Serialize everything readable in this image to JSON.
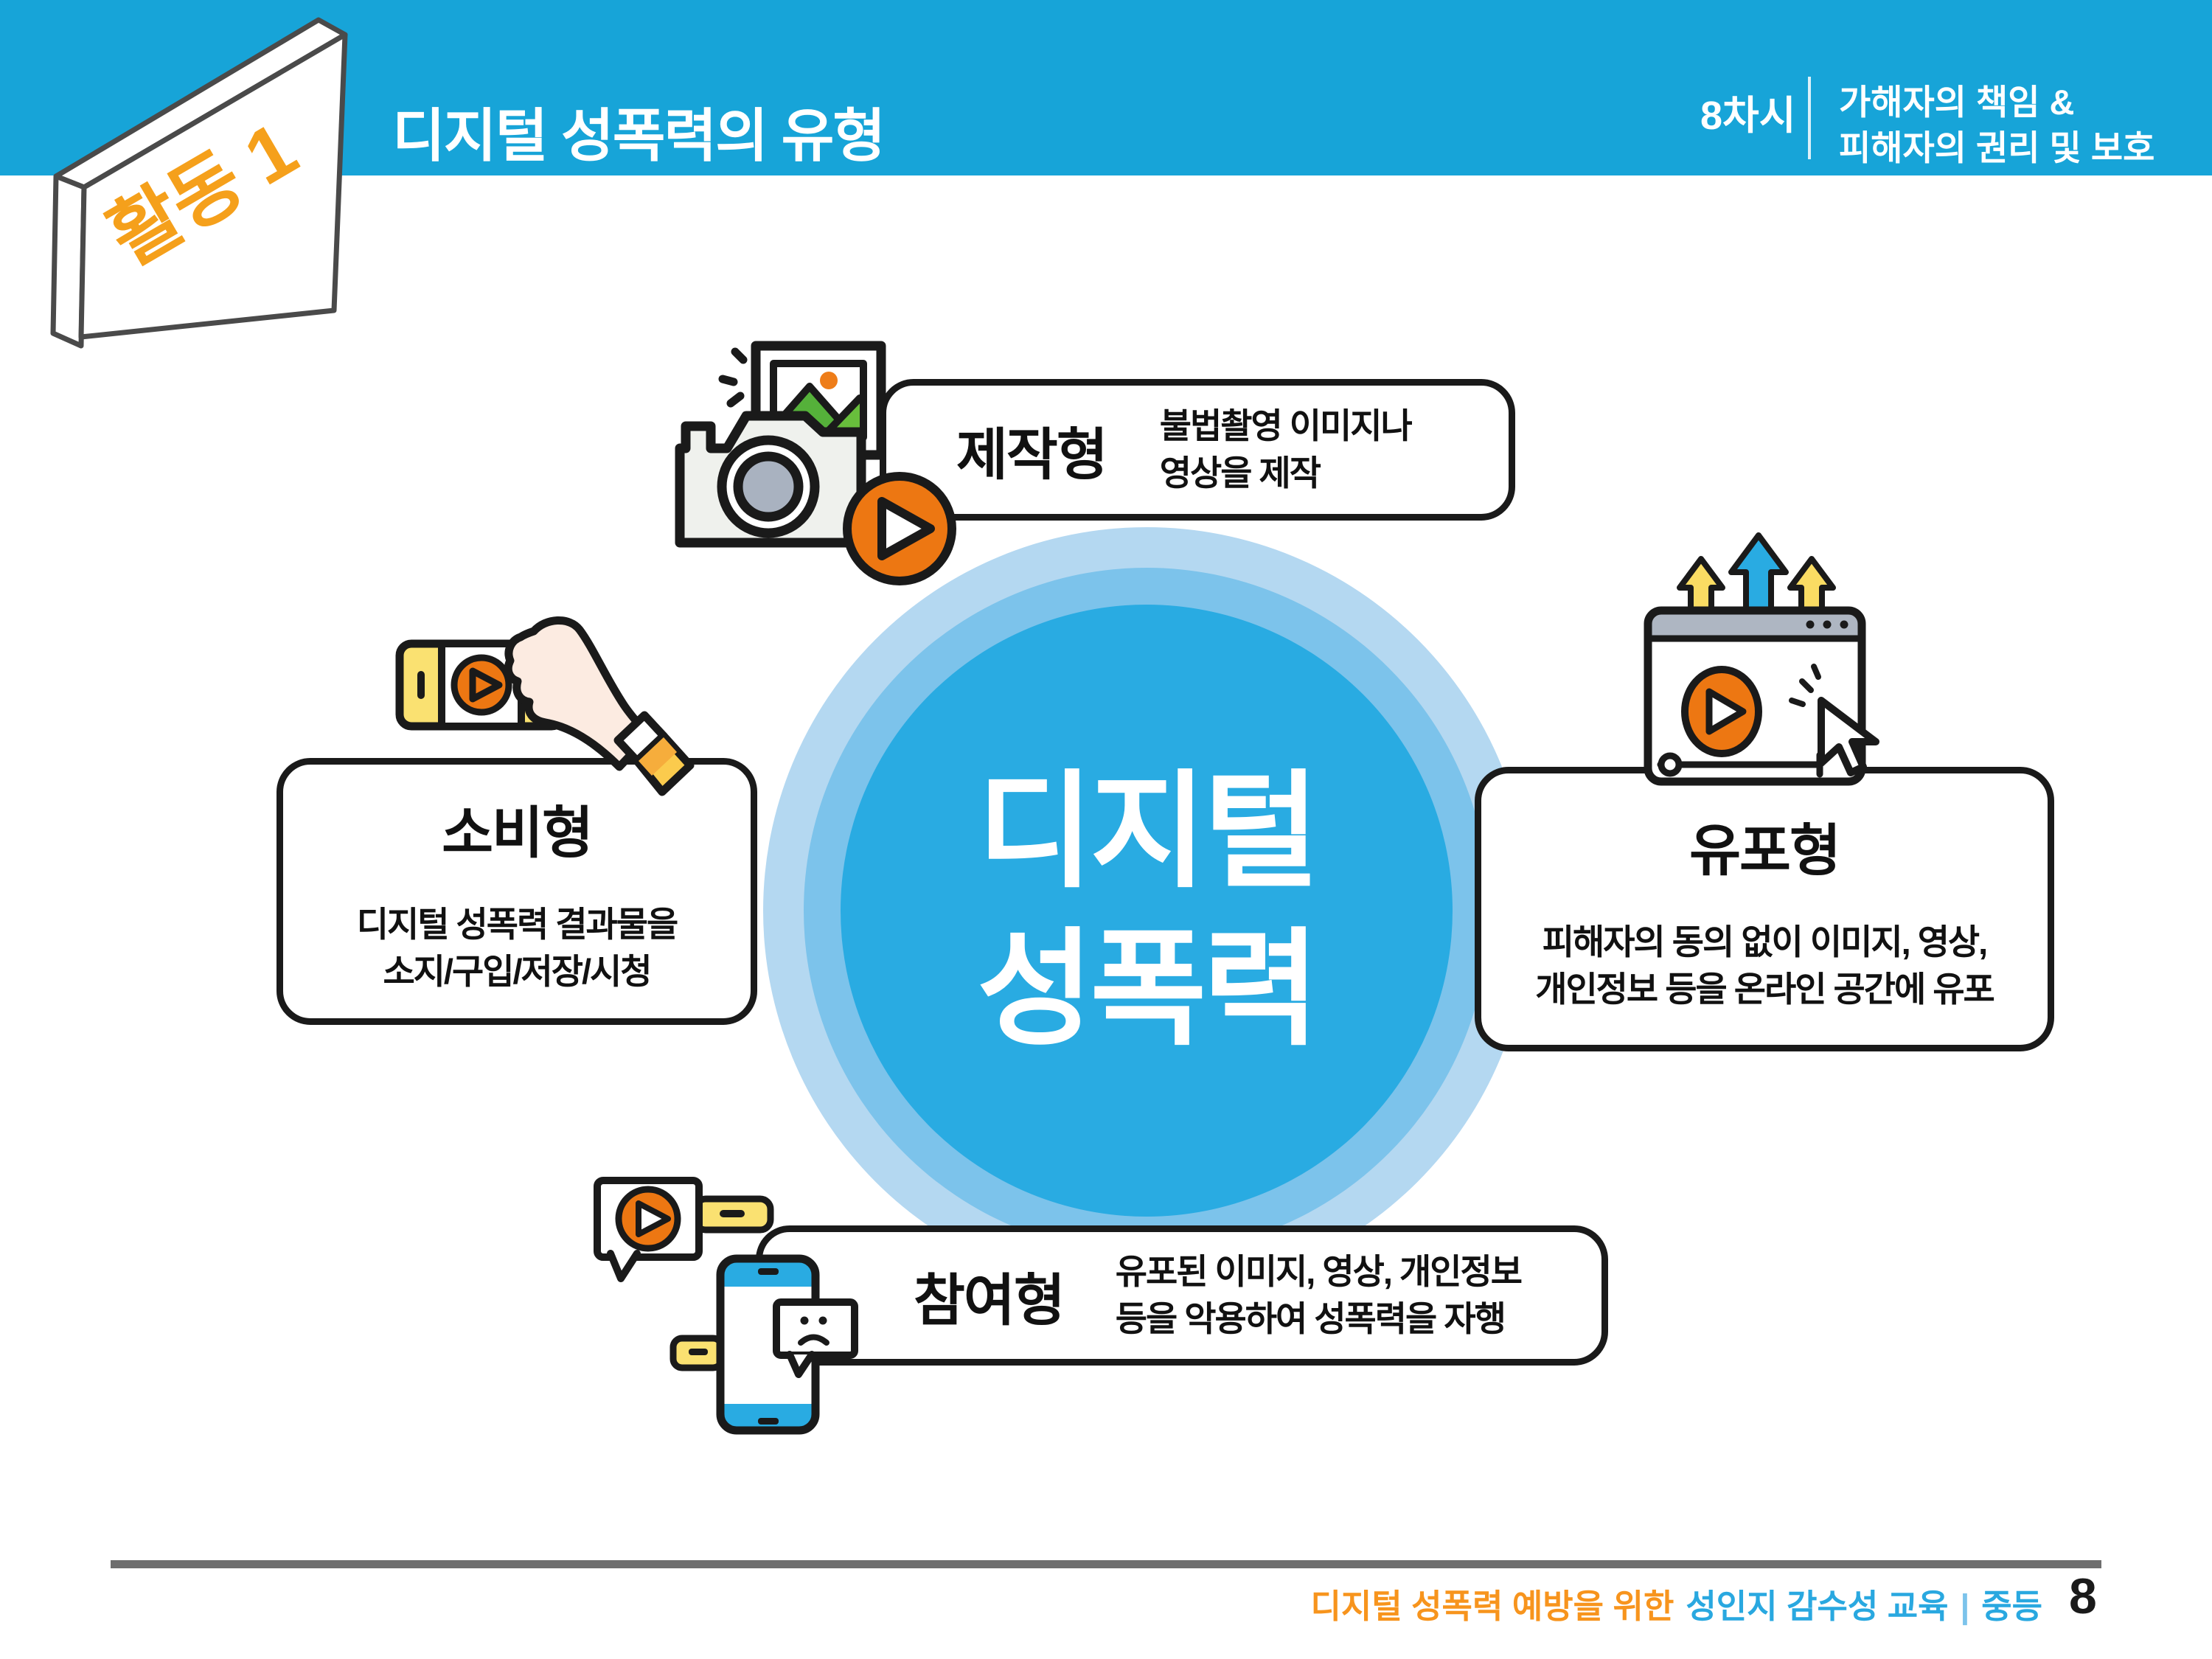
{
  "slide": {
    "header": {
      "activity_badge": "활동 1",
      "title": "디지털 성폭력의 유형",
      "session_number": "8차시",
      "session_title_line1": "가해자의 책임 &",
      "session_title_line2": "피해자의 권리 및 보호"
    },
    "center": {
      "line1": "디지털",
      "line2": "성폭력"
    },
    "types": {
      "produce": {
        "label": "제작형",
        "desc1": "불법촬영 이미지나",
        "desc2": "영상을 제작"
      },
      "consume": {
        "label": "소비형",
        "desc1": "디지털 성폭력 결과물을",
        "desc2": "소지/구입/저장/시청"
      },
      "distribute": {
        "label": "유포형",
        "desc1": "피해자의 동의 없이 이미지, 영상,",
        "desc2": "개인정보 등을 온라인 공간에 유포"
      },
      "participate": {
        "label": "참여형",
        "desc1": "유포된 이미지, 영상, 개인정보",
        "desc2": "등을 악용하여 성폭력을 자행"
      }
    },
    "footer": {
      "text_orange": "디지털 성폭력 예방을 위한",
      "text_blue": "성인지 감수성 교육",
      "separator": "|",
      "level": "중등",
      "page_number": "8"
    },
    "icons": {
      "produce": "camera-icon",
      "consume": "hand-holding-phone-icon",
      "distribute": "browser-upload-icon",
      "participate": "phones-chat-icon"
    },
    "colors": {
      "header_blue": "#17A4D8",
      "circle_inner": "#29ABE2",
      "circle_middle": "#7CC3EB",
      "circle_outer": "#B4D8F1",
      "play_orange": "#ED7712",
      "badge_orange": "#F5A01B",
      "footer_orange": "#F7941D",
      "footer_blue": "#29A8E0",
      "phone_yellow": "#FAE171",
      "outline_black": "#1A1A1A",
      "divider_gray": "#6E6E6E"
    }
  }
}
